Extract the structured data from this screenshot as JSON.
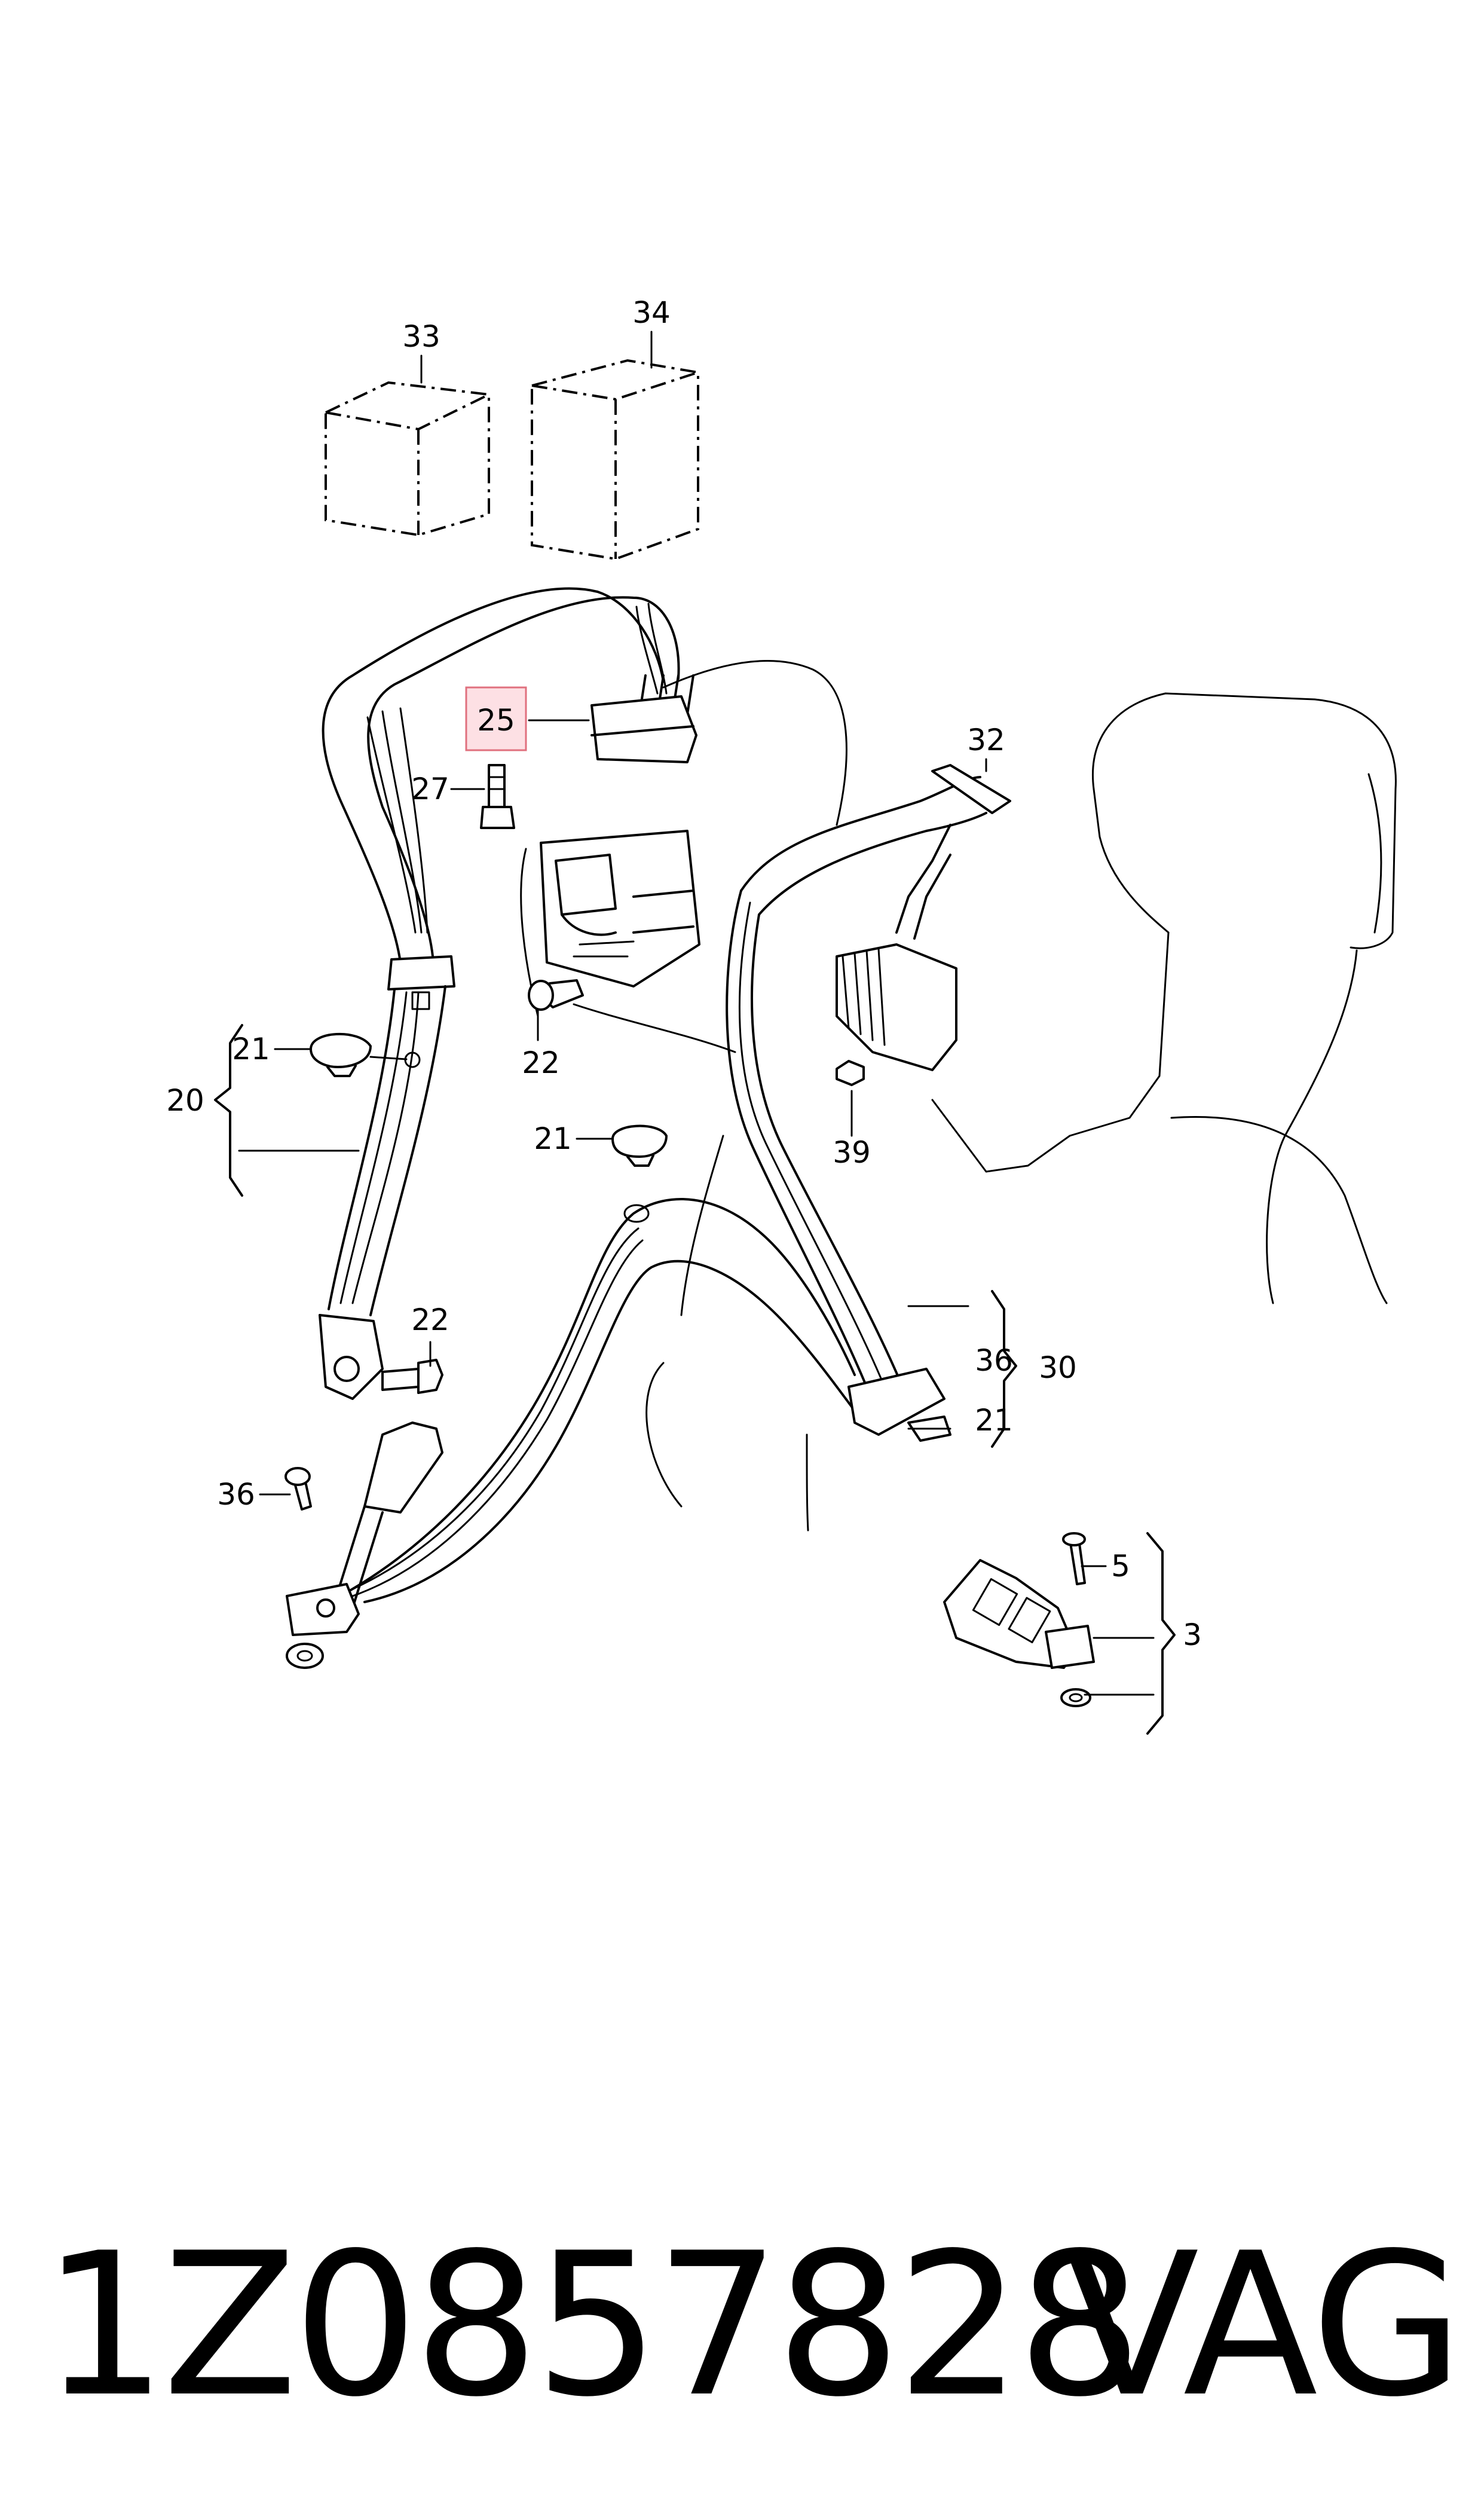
{
  "diagram": {
    "labels": {
      "c33": "33",
      "c34": "34",
      "c25": "25",
      "c27": "27",
      "c22a": "22",
      "c21a": "21",
      "c20": "20",
      "c21b": "21",
      "c22b": "22",
      "c36a": "36",
      "c32": "32",
      "c39": "39",
      "c36b": "36",
      "c30": "30",
      "c21c": "21",
      "c5": "5",
      "c3": "3"
    },
    "highlight_color": "#fde0e4",
    "highlight_border": "#e0707e"
  },
  "footer": {
    "part_number": "1Z0857828",
    "brand": "VAG"
  }
}
